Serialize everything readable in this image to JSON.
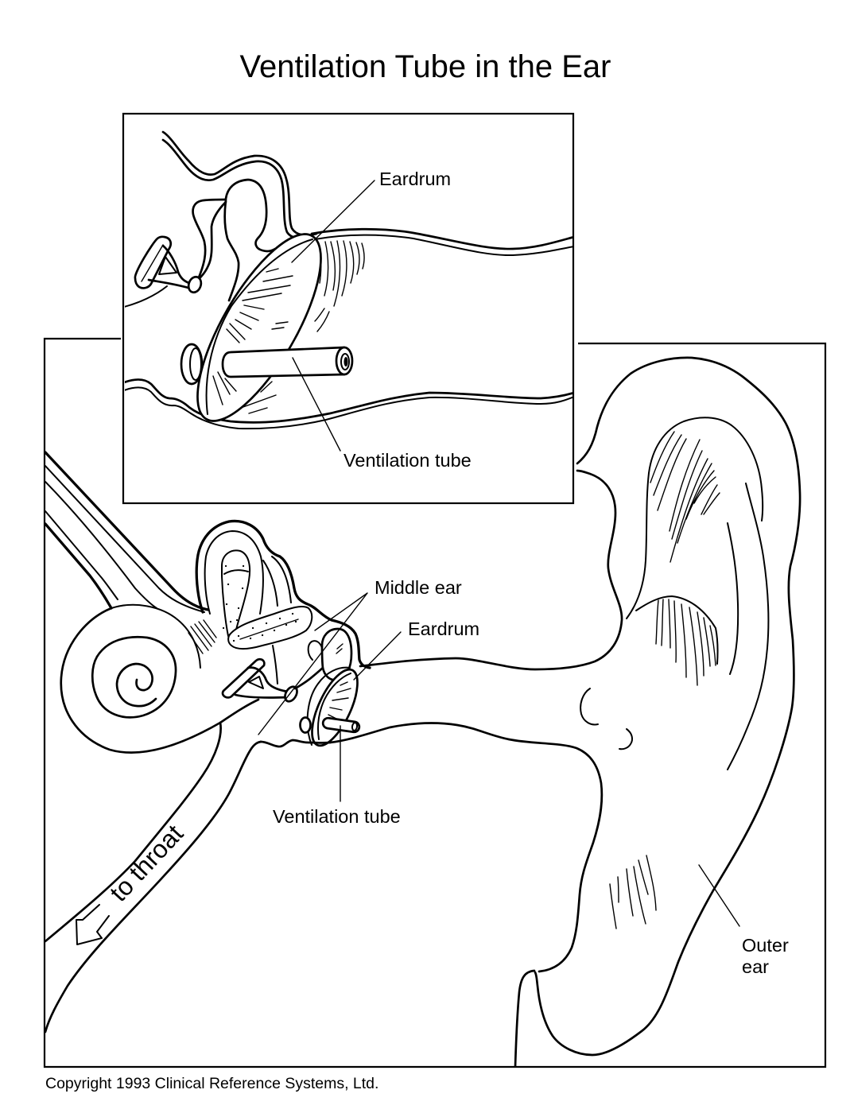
{
  "title": "Ventilation Tube in the Ear",
  "inset": {
    "labels": {
      "eardrum": "Eardrum",
      "ventilation_tube": "Ventilation tube"
    }
  },
  "main": {
    "labels": {
      "middle_ear": "Middle ear",
      "eardrum": "Eardrum",
      "ventilation_tube": "Ventilation tube",
      "outer_ear": [
        "Outer",
        "ear"
      ],
      "to_throat": "to throat"
    },
    "icons": {
      "direction_arrow": "arrow-down-left-icon"
    }
  },
  "copyright": "Copyright 1993 Clinical Reference Systems, Ltd.",
  "colors": {
    "ink": "#000000",
    "paper": "#ffffff"
  }
}
